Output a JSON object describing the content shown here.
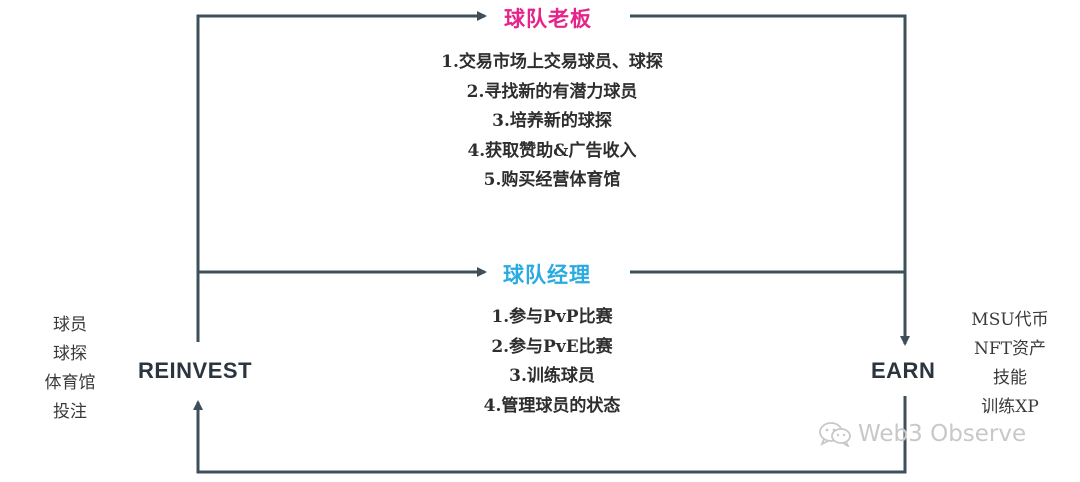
{
  "colors": {
    "line": "#3d4f5a",
    "owner_title": "#e5238a",
    "manager_title": "#29abe2"
  },
  "team_owner": {
    "title": "球队老板",
    "duties": [
      "1.交易市场上交易球员、球探",
      "2.寻找新的有潜力球员",
      "3.培养新的球探",
      "4.获取赞助&广告收入",
      "5.购买经营体育馆"
    ]
  },
  "team_manager": {
    "title": "球队经理",
    "duties": [
      "1.参与PvP比赛",
      "2.参与PvE比赛",
      "3.训练球员",
      "4.管理球员的状态"
    ]
  },
  "reinvest": {
    "label": "REINVEST",
    "items": [
      "球员",
      "球探",
      "体育馆",
      "投注"
    ]
  },
  "earn": {
    "label": "EARN",
    "items": [
      "MSU代币",
      "NFT资产",
      "技能",
      "训练XP"
    ]
  },
  "watermark": {
    "icon": "wechat-icon",
    "text": "Web3 Observe"
  }
}
